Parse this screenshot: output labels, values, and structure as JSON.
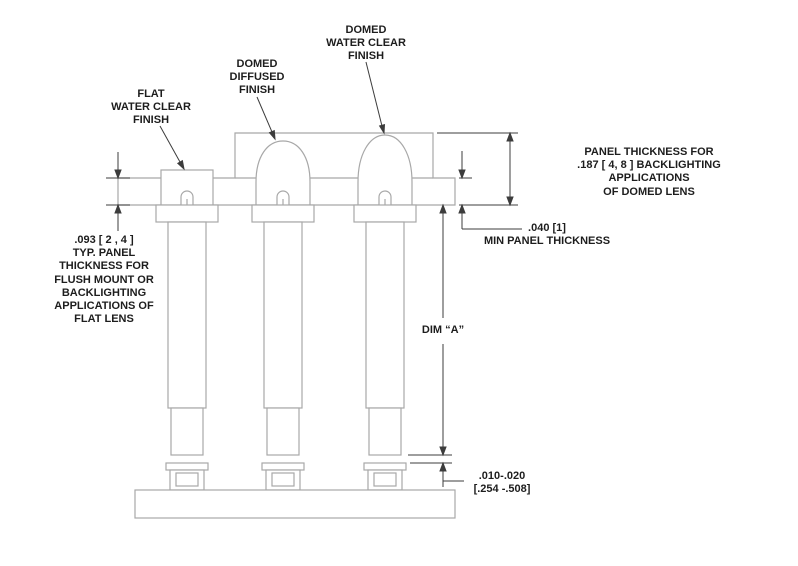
{
  "drawing": {
    "callouts": {
      "domed_water_clear": "DOMED\nWATER CLEAR\nFINISH",
      "domed_diffused": "DOMED\nDIFFUSED\nFINISH",
      "flat_water_clear": "FLAT\nWATER CLEAR\nFINISH"
    },
    "dimensions": {
      "flat_panel_thickness": ".093 [ 2 , 4 ]\nTYP. PANEL\nTHICKNESS FOR\nFLUSH MOUNT OR\nBACKLIGHTING\nAPPLICATIONS OF\nFLAT LENS",
      "domed_panel_thickness": "PANEL THICKNESS FOR\n.187 [ 4, 8 ] BACKLIGHTING APPLICATIONS\nOF DOMED LENS",
      "min_panel_thickness": ".040 [1]\nMIN PANEL THICKNESS",
      "dim_a": "DIM “A”",
      "standoff_gap": ".010-.020\n[.254 -.508]"
    },
    "colors": {
      "background": "#ffffff",
      "geometry_line": "#a8a8a8",
      "dimension_line": "#3c3c3c",
      "text": "#1d1d1d"
    }
  }
}
